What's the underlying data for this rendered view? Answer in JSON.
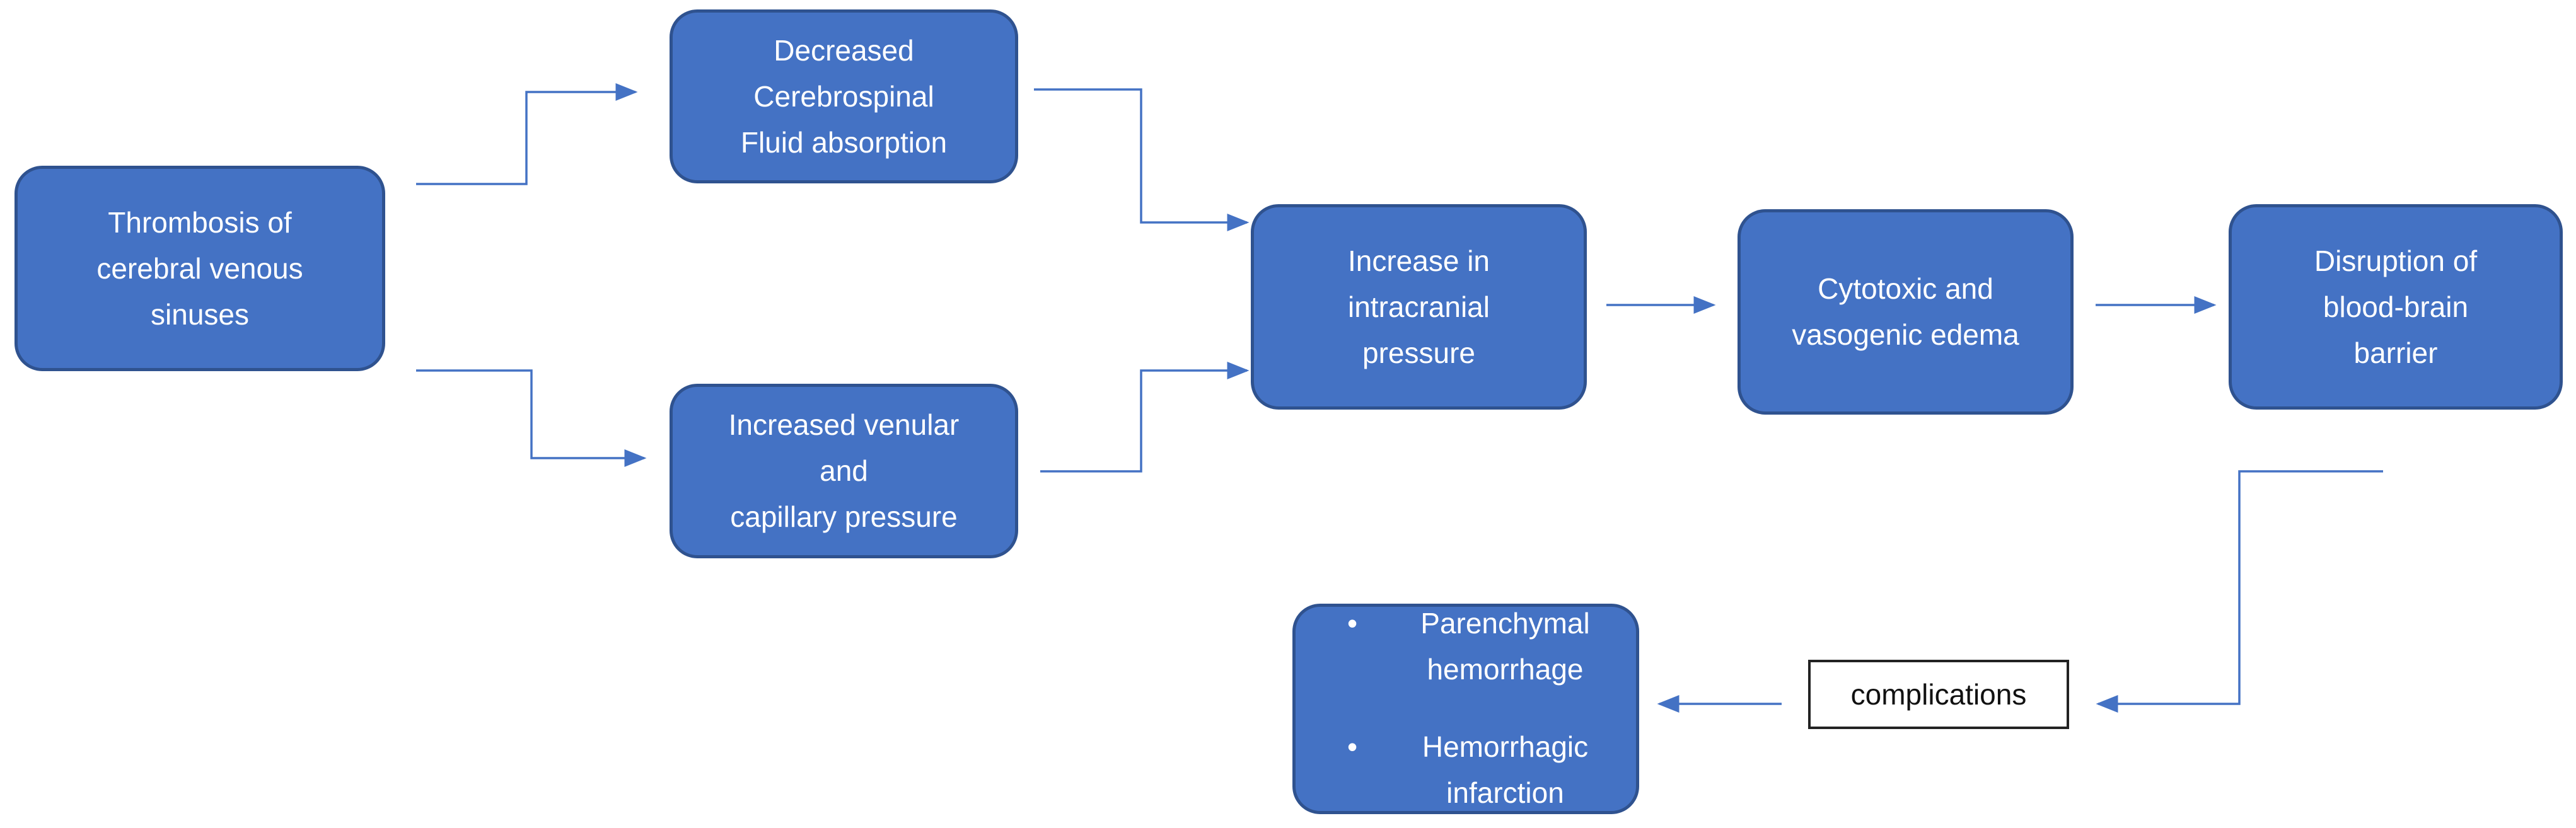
{
  "nodes": {
    "thrombosis": [
      "Thrombosis of",
      "cerebral venous",
      "sinuses"
    ],
    "decreased_csf": [
      "Decreased",
      "Cerebrospinal",
      "Fluid absorption"
    ],
    "increased_venular": [
      "Increased venular",
      "and",
      "capillary pressure"
    ],
    "icp": [
      "Increase in",
      "intracranial",
      "pressure"
    ],
    "edema": [
      "Cytotoxic and",
      "vasogenic edema"
    ],
    "bbb": [
      "Disruption of",
      "blood-brain",
      "barrier"
    ],
    "complications": "complications",
    "outcomes": [
      [
        "Parenchymal",
        "hemorrhage"
      ],
      [
        "Hemorrhagic",
        "infarction"
      ]
    ],
    "bullet_glyph": "•"
  },
  "colors": {
    "box_fill": "#4472c4",
    "box_border": "#2f528f",
    "arrow": "#4472c4"
  }
}
